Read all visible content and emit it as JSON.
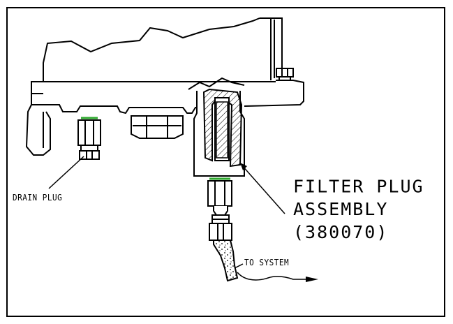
{
  "labels": {
    "drain_plug": "DRAIN PLUG",
    "to_system": "TO SYSTEM",
    "filter_line1": "FILTER PLUG",
    "filter_line2": "ASSEMBLY",
    "filter_line3": "(380070)"
  },
  "colors": {
    "line": "#000000",
    "seal_ring": "#2ea82e",
    "background": "#ffffff"
  }
}
